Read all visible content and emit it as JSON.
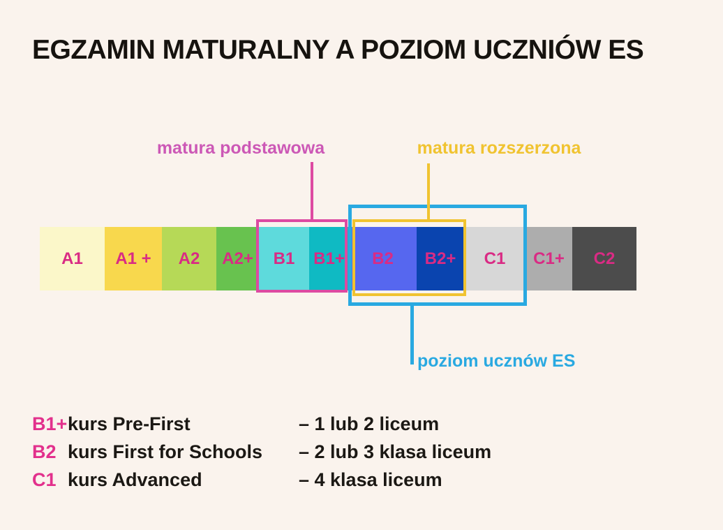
{
  "title": "EGZAMIN MATURALNY A POZIOM UCZNIÓW ES",
  "background": "#FAF3ED",
  "scale": {
    "label_color": "#D92B84",
    "segments": [
      {
        "label": "A1",
        "color": "#FBF7C9",
        "width": 93
      },
      {
        "label": "A1 +",
        "color": "#F8D84D",
        "width": 82
      },
      {
        "label": "A2",
        "color": "#B6D957",
        "width": 78
      },
      {
        "label": "A2+",
        "color": "#68C24F",
        "width": 61
      },
      {
        "label": "B1",
        "color": "#5EDADC",
        "width": 72
      },
      {
        "label": "B1+",
        "color": "#0FBAC3",
        "width": 57
      },
      {
        "label": "B2",
        "color": "#5667EF",
        "width": 97
      },
      {
        "label": "B2+",
        "color": "#0A44AF",
        "width": 68
      },
      {
        "label": "C1",
        "color": "#D7D7D7",
        "width": 88
      },
      {
        "label": "C1+",
        "color": "#ADADAD",
        "width": 67
      },
      {
        "label": "C2",
        "color": "#4C4C4C",
        "width": 92
      }
    ]
  },
  "annotations": {
    "matura_podstawowa": {
      "label": "matura podstawowa",
      "color": "#CC58B6",
      "box_color": "#DD4AA2",
      "covers": [
        "B1",
        "B1+"
      ]
    },
    "matura_rozszerzona": {
      "label": "matura rozszerzona",
      "color": "#F0C330",
      "box_color": "#F0C330",
      "covers": [
        "B2",
        "B2+"
      ]
    },
    "poziom_es": {
      "label": "poziom ucznów ES",
      "color": "#29A9E1",
      "box_color": "#29A9E1",
      "covers": [
        "B2",
        "B2+",
        "C1"
      ]
    }
  },
  "legend": {
    "code_color": "#E2308C",
    "rows": [
      {
        "code": "B1+",
        "course": "kurs Pre-First",
        "level": "– 1 lub 2 liceum"
      },
      {
        "code": "B2",
        "course": "kurs First for Schools",
        "level": "– 2 lub 3 klasa liceum"
      },
      {
        "code": "C1",
        "course": "kurs Advanced",
        "level": "– 4 klasa liceum"
      }
    ]
  }
}
